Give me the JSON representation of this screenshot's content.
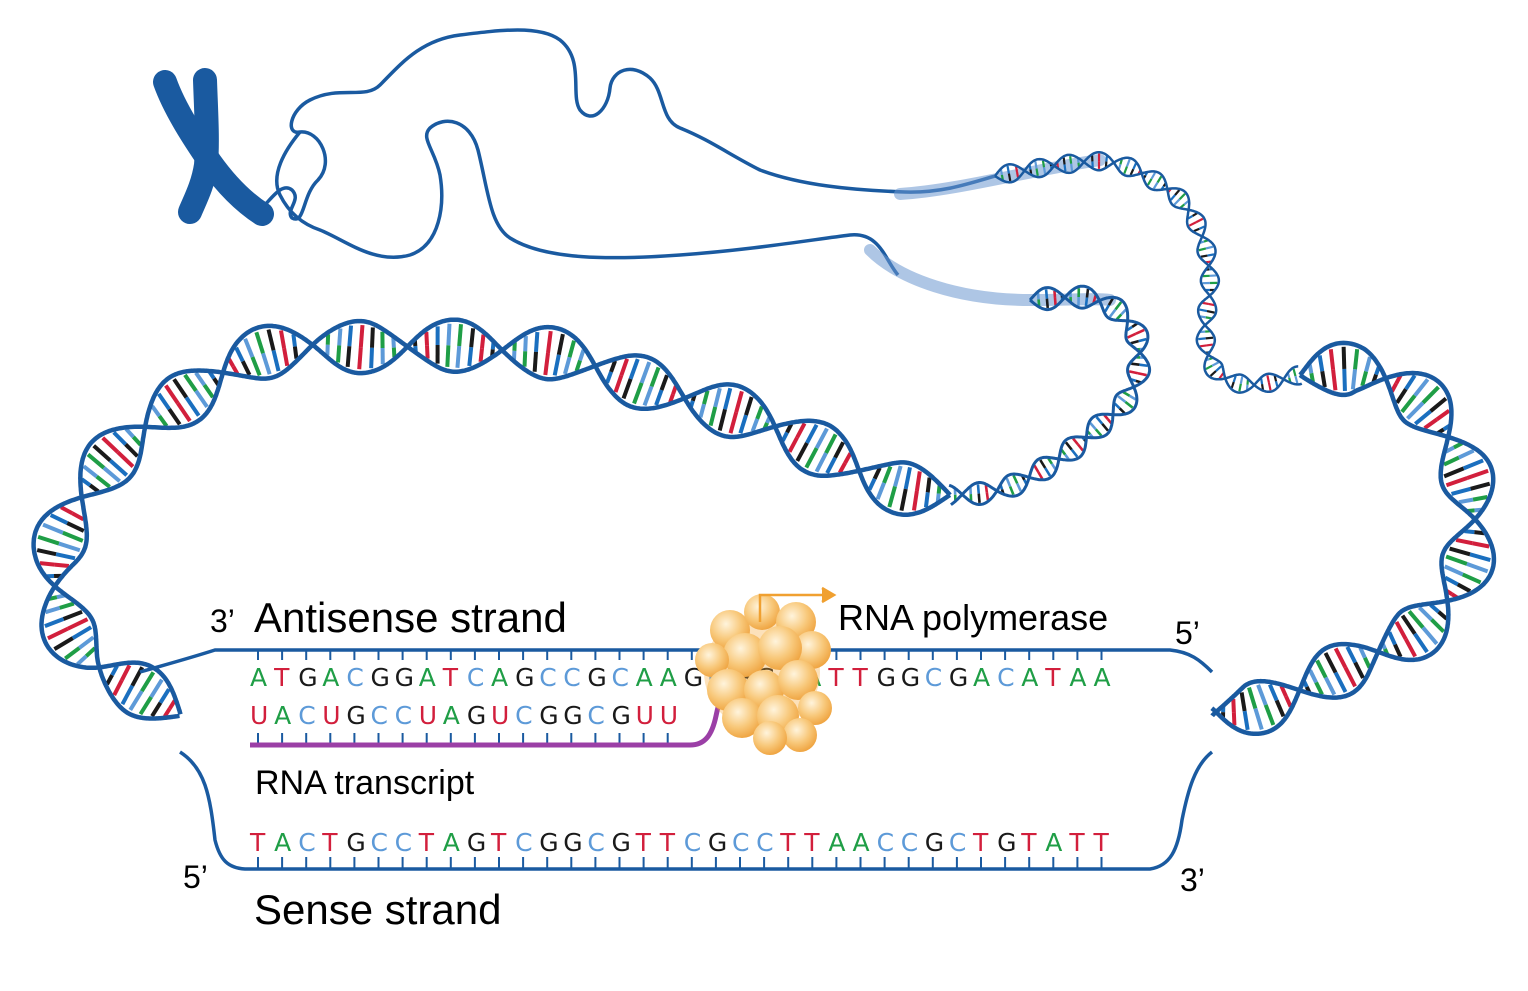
{
  "labels": {
    "antisense_3": "3’",
    "antisense": "Antisense strand",
    "antisense_5": "5’",
    "rna_polymerase": "RNA polymerase",
    "rna_transcript": "RNA transcript",
    "sense_5": "5’",
    "sense_3": "3’",
    "sense": "Sense strand"
  },
  "sequences": {
    "antisense": "ATGACGGATCAGCCGCAAGCGGAATTGGCGACATAA",
    "rna": "UACUGCCUAGUCGGCGUU",
    "sense": "TACTGCCTAGTCGGCGTTCGCCTTAACCGCTGTATT"
  },
  "colors": {
    "backbone": "#1a5aa0",
    "transcript": "#9b3fa6",
    "polymerase": "#f5a93a",
    "arrow": "#f0a030",
    "base_A": "#1f9e46",
    "base_T": "#d21f3c",
    "base_U": "#d21f3c",
    "base_G": "#1a1a1a",
    "base_C": "#5d9ad8"
  }
}
